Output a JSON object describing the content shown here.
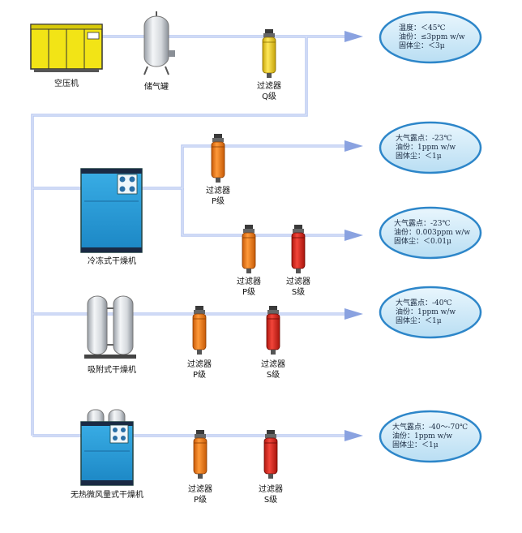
{
  "colors": {
    "background": "#ffffff",
    "pipe": "#b8c8f0",
    "pipe_edge": "#8aa2e0",
    "bubble_fill": "#cfe8f6",
    "bubble_edge": "#2d86c9",
    "compressor_body": "#f2e416",
    "dryer_body": "#2a9bd6",
    "filter_orange": "#f07a12",
    "filter_red": "#e2241a",
    "filter_yellow": "#f2d21a"
  },
  "equipment": {
    "compressor": "空压机",
    "tank": "储气罐",
    "refrigerated_dryer": "冷冻式干燥机",
    "adsorption_dryer": "吸附式干燥机",
    "heatless_dryer": "无热微风量式干燥机"
  },
  "filters": {
    "q": {
      "name": "过滤器",
      "grade": "Q级"
    },
    "p1": {
      "name": "过滤器",
      "grade": "P级"
    },
    "p2": {
      "name": "过滤器",
      "grade": "P级"
    },
    "s2": {
      "name": "过滤器",
      "grade": "S级"
    },
    "p3": {
      "name": "过滤器",
      "grade": "P级"
    },
    "s3": {
      "name": "过滤器",
      "grade": "S级"
    },
    "p4": {
      "name": "过滤器",
      "grade": "P级"
    },
    "s4": {
      "name": "过滤器",
      "grade": "S级"
    }
  },
  "outputs": [
    {
      "line1": "温度：＜45℃",
      "line2": "油份：≤3ppm w/w",
      "line3": "固体尘：＜3μ"
    },
    {
      "line1": "大气露点：-23℃",
      "line2": "油份：1ppm w/w",
      "line3": "固体尘：＜1μ"
    },
    {
      "line1": "大气露点：-23℃",
      "line2": "油份：0.003ppm w/w",
      "line3": "固体尘：＜0.01μ"
    },
    {
      "line1": "大气露点：-40℃",
      "line2": "油份：1ppm w/w",
      "line3": "固体尘：＜1μ"
    },
    {
      "line1": "大气露点：-40～-70℃",
      "line2": "油份：1ppm w/w",
      "line3": "固体尘：＜1μ"
    }
  ]
}
